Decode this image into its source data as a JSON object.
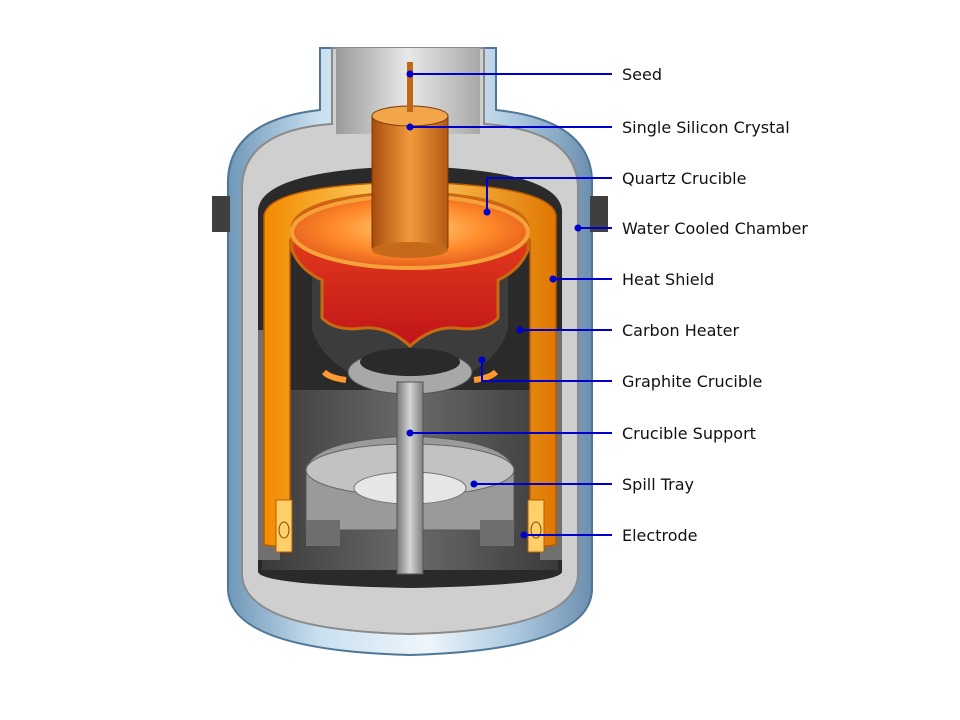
{
  "diagram": {
    "labels": {
      "seed": "Seed",
      "single_silicon_crystal": "Single Silicon Crystal",
      "quartz_crucible": "Quartz Crucible",
      "water_cooled_chamber": "Water Cooled Chamber",
      "heat_shield": "Heat Shield",
      "carbon_heater": "Carbon Heater",
      "graphite_crucible": "Graphite Crucible",
      "crucible_support": "Crucible Support",
      "spill_tray": "Spill Tray",
      "electrode": "Electrode"
    },
    "colors": {
      "leader": "#0000cc",
      "chamber_steel": "#b9d3e8",
      "heater_orange": "#ffab1c",
      "melt_red": "#d8201a",
      "crystal_amber": "#e07a16",
      "graphite": "#4a4a4a"
    }
  }
}
